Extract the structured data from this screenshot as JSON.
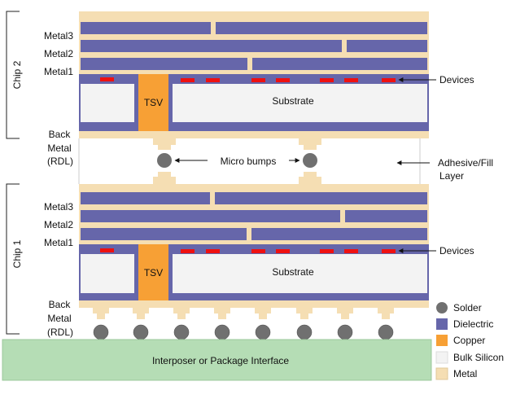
{
  "colors": {
    "metal": "#f5deb3",
    "metal_stroke": "#e0c89a",
    "dielectric": "#6666aa",
    "copper": "#f7a035",
    "bulk_silicon": "#f3f3f3",
    "device": "#ee1111",
    "solder": "#707070",
    "interposer": "#b5ddb5",
    "bracket": "#222222"
  },
  "chip2": {
    "name": "Chip 2",
    "layer_labels": [
      "Metal3",
      "Metal2",
      "Metal1"
    ],
    "back_metal_lines": [
      "Back",
      "Metal",
      "(RDL)"
    ],
    "tsv_label": "TSV",
    "substrate_label": "Substrate",
    "devices_label": "Devices"
  },
  "chip1": {
    "name": "Chip 1",
    "layer_labels": [
      "Metal3",
      "Metal2",
      "Metal1"
    ],
    "back_metal_lines": [
      "Back",
      "Metal",
      "(RDL)"
    ],
    "tsv_label": "TSV",
    "substrate_label": "Substrate",
    "devices_label": "Devices"
  },
  "micro_bumps_label": "Micro bumps",
  "adhesive_label_lines": [
    "Adhesive/Fill",
    "Layer"
  ],
  "interposer_label": "Interposer or Package Interface",
  "legend": [
    {
      "label": "Solder",
      "icon": "solder-swatch"
    },
    {
      "label": "Dielectric",
      "icon": "dielectric-swatch"
    },
    {
      "label": "Copper",
      "icon": "copper-swatch"
    },
    {
      "label": "Bulk Silicon",
      "icon": "bulk-silicon-swatch"
    },
    {
      "label": "Metal",
      "icon": "metal-swatch"
    }
  ]
}
